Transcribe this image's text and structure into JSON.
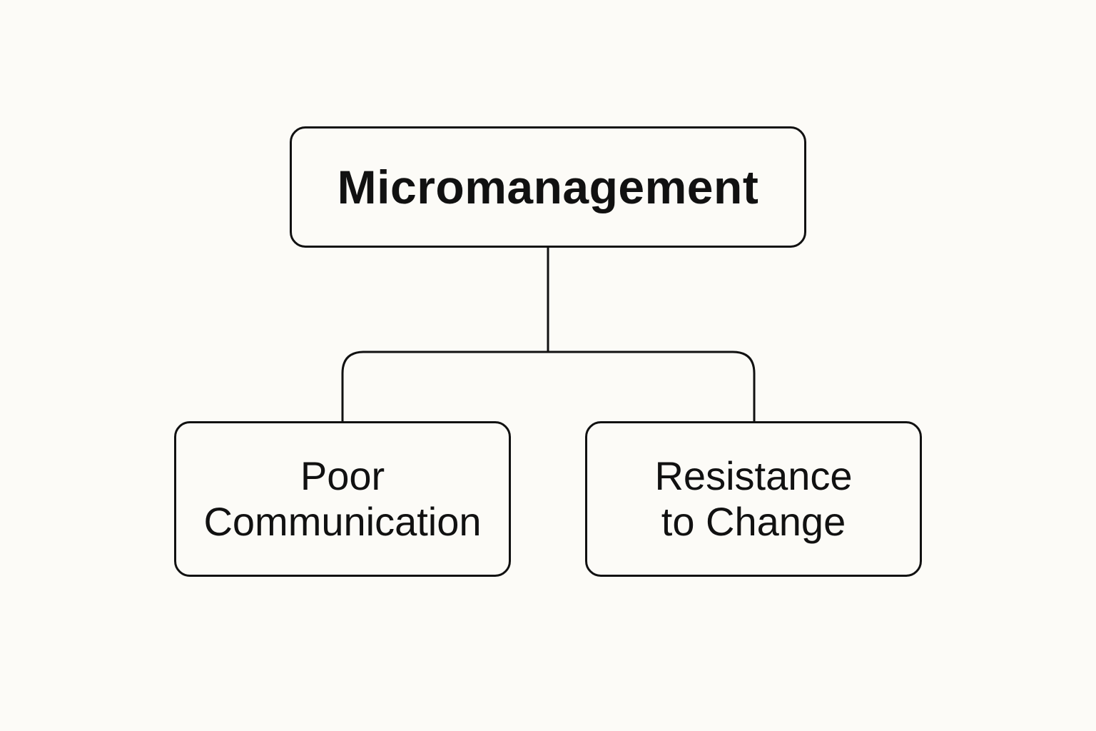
{
  "diagram": {
    "root": {
      "label": "Micromanagement"
    },
    "children": [
      {
        "lines": [
          "Poor",
          "Communication"
        ]
      },
      {
        "lines": [
          "Resistance",
          "to Change"
        ]
      }
    ],
    "colors": {
      "background": "#fcfbf7",
      "stroke": "#111111",
      "text": "#111111"
    }
  }
}
